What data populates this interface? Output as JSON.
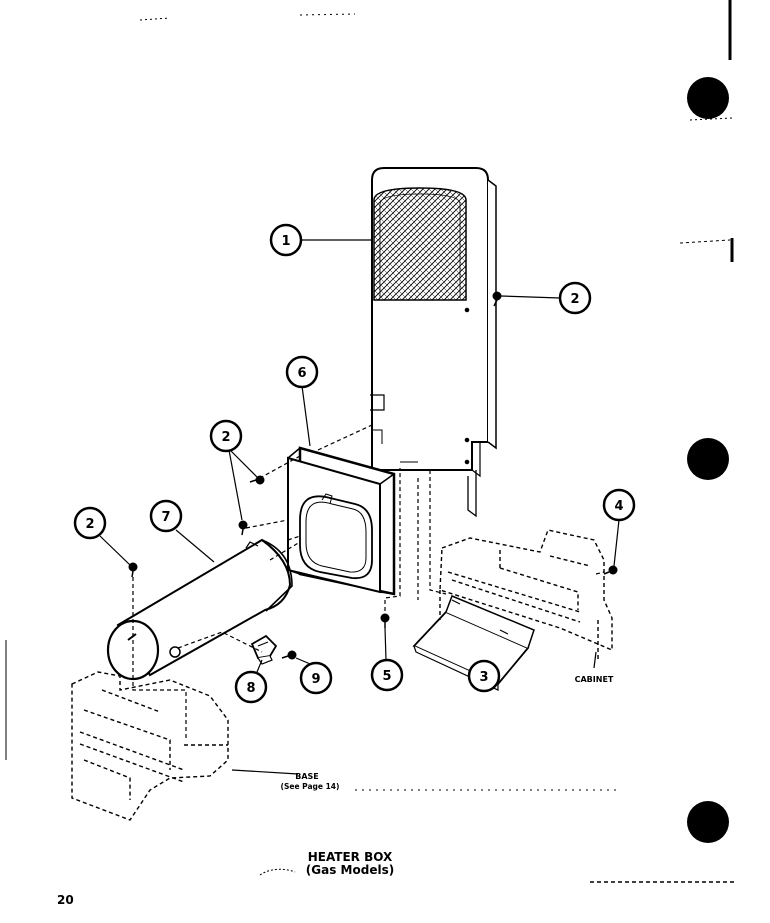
{
  "diagram": {
    "caption_line1": "HEATER BOX",
    "caption_line2": "(Gas Models)",
    "page_number": "20",
    "labels": {
      "base": "BASE",
      "base_ref": "(See Page 14)",
      "cabinet": "CABINET"
    },
    "callouts": {
      "c1": "1",
      "c2a": "2",
      "c2b": "2",
      "c2c": "2",
      "c3": "3",
      "c4": "4",
      "c5": "5",
      "c6": "6",
      "c7": "7",
      "c8": "8",
      "c9": "9"
    }
  }
}
